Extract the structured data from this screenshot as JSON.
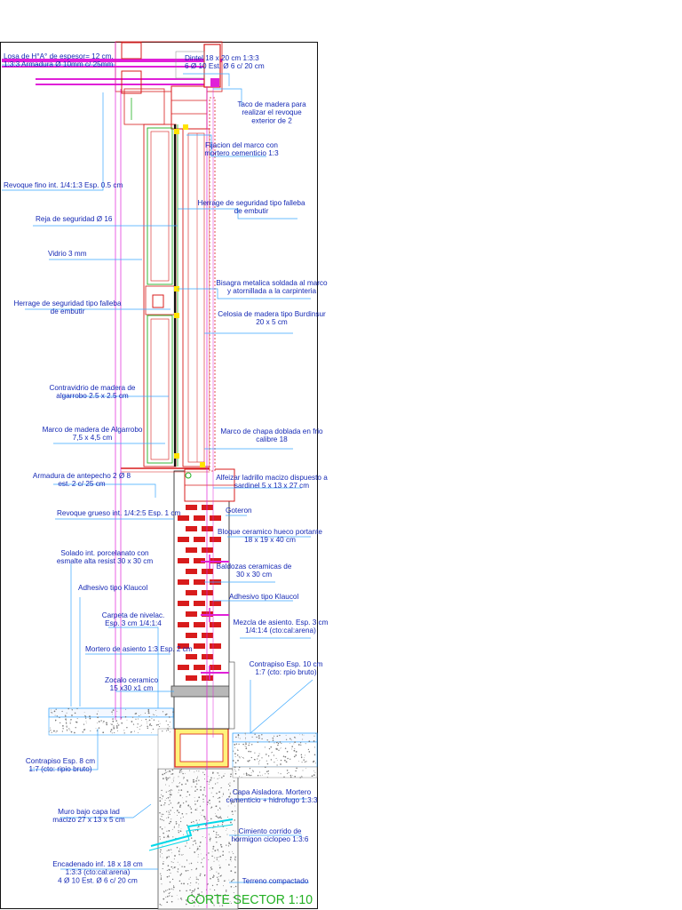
{
  "title": "CORTE SECTOR  1:10",
  "colors": {
    "label": "#1428b4",
    "leader": "#3aa8ff",
    "magenta": "#e020d8",
    "brick": "#d81c1c",
    "green": "#22b022",
    "frame": "#111111"
  },
  "labels": [
    {
      "id": "losa",
      "lines": [
        "Losa de H°A° de espesor= 12 cm.",
        "1:3:3  Armadura Ø 10mm c/ 25mm"
      ]
    },
    {
      "id": "dintel",
      "lines": [
        "Dintel 18 x 20 cm  1:3:3",
        "6 Ø 10  Est. Ø 6 c/ 20 cm"
      ]
    },
    {
      "id": "taco",
      "lines": [
        "Taco de madera para",
        "realizar el revoque",
        "exterior de 2"
      ]
    },
    {
      "id": "fijacion",
      "lines": [
        "Fijacion del marco con",
        "mortero cementicio 1:3"
      ]
    },
    {
      "id": "revoque-fino",
      "lines": [
        "Revoque fino int. 1/4:1:3  Esp. 0.5 cm"
      ]
    },
    {
      "id": "herrage-sup",
      "lines": [
        "Herrage de seguridad tipo falleba",
        "de embutir"
      ]
    },
    {
      "id": "reja",
      "lines": [
        "Reja de seguridad Ø 16"
      ]
    },
    {
      "id": "vidrio",
      "lines": [
        "Vidrio 3 mm"
      ]
    },
    {
      "id": "bisagra",
      "lines": [
        "Bisagra metalica soldada al marco",
        "y atornillada a la carpinteria"
      ]
    },
    {
      "id": "herrage-inf",
      "lines": [
        "Herrage de seguridad tipo falleba",
        "de embutir"
      ]
    },
    {
      "id": "celosia",
      "lines": [
        "Celosia de madera tipo Burdinsur",
        "20 x 5 cm"
      ]
    },
    {
      "id": "contravidrio",
      "lines": [
        "Contravidrio de madera de",
        "algarrobo 2.5 x 2.5 cm"
      ]
    },
    {
      "id": "marco-algarrobo",
      "lines": [
        "Marco de madera de Algarrobo",
        "7,5 x 4,5 cm"
      ]
    },
    {
      "id": "marco-chapa",
      "lines": [
        "Marco de chapa doblada en frio",
        "calibre 18"
      ]
    },
    {
      "id": "armadura-antepecho",
      "lines": [
        "Armadura de antepecho 2 Ø 8",
        "est. 2 c/ 25 cm"
      ]
    },
    {
      "id": "alfeizar",
      "lines": [
        "Alfeizar ladrillo macizo dispuesto a",
        "sardinel  5 x 13 x 27 cm"
      ]
    },
    {
      "id": "revoque-grueso",
      "lines": [
        "Revoque grueso int. 1/4:2:5  Esp. 1 cm"
      ]
    },
    {
      "id": "goteron",
      "lines": [
        "Goteron"
      ]
    },
    {
      "id": "bloque",
      "lines": [
        "Bloque ceramico hueco portante",
        "18 x 19 x 40 cm"
      ]
    },
    {
      "id": "solado",
      "lines": [
        "Solado int. porcelanato con",
        "esmalte alta resist 30 x 30 cm"
      ]
    },
    {
      "id": "baldozas",
      "lines": [
        "Baldozas ceramicas de",
        "30 x 30 cm"
      ]
    },
    {
      "id": "adhesivo-int",
      "lines": [
        "Adhesivo tipo Klaucol"
      ]
    },
    {
      "id": "adhesivo-ext",
      "lines": [
        "Adhesivo tipo Klaucol"
      ]
    },
    {
      "id": "carpeta",
      "lines": [
        "Carpeta de nivelac.",
        "Esp. 3 cm 1/4:1:4"
      ]
    },
    {
      "id": "mezcla",
      "lines": [
        "Mezcla de asiento. Esp. 3 cm",
        "1/4:1:4 (cto:cal:arena)"
      ]
    },
    {
      "id": "mortero-asiento",
      "lines": [
        "Mortero de asiento 1:3  Esp. 2 cm"
      ]
    },
    {
      "id": "contrapiso-ext",
      "lines": [
        "Contrapiso  Esp. 10 cm",
        "1:7 (cto: rpio bruto)"
      ]
    },
    {
      "id": "zocalo",
      "lines": [
        "Zocalo ceramico",
        "15 x30 x1 cm"
      ]
    },
    {
      "id": "contrapiso-int",
      "lines": [
        "Contrapiso  Esp. 8 cm",
        "1:7 (cto: ripio bruto)"
      ]
    },
    {
      "id": "capa-aisladora",
      "lines": [
        "Capa Aisladora. Mortero",
        "cementicio + hidrofugo 1:3:3"
      ]
    },
    {
      "id": "muro",
      "lines": [
        "Muro bajo capa lad",
        "macizo 27 x 13 x 5 cm"
      ]
    },
    {
      "id": "cimiento",
      "lines": [
        "Cimiento corrido de",
        "hormigon ciclopeo 1:3:6"
      ]
    },
    {
      "id": "encadenado",
      "lines": [
        "Encadenado inf. 18 x 18 cm",
        "1:3:3  (cto:cal:arena)",
        "4 Ø 10  Est. Ø 6 c/ 20 cm"
      ]
    },
    {
      "id": "terreno",
      "lines": [
        "Terreno compactado"
      ]
    }
  ]
}
